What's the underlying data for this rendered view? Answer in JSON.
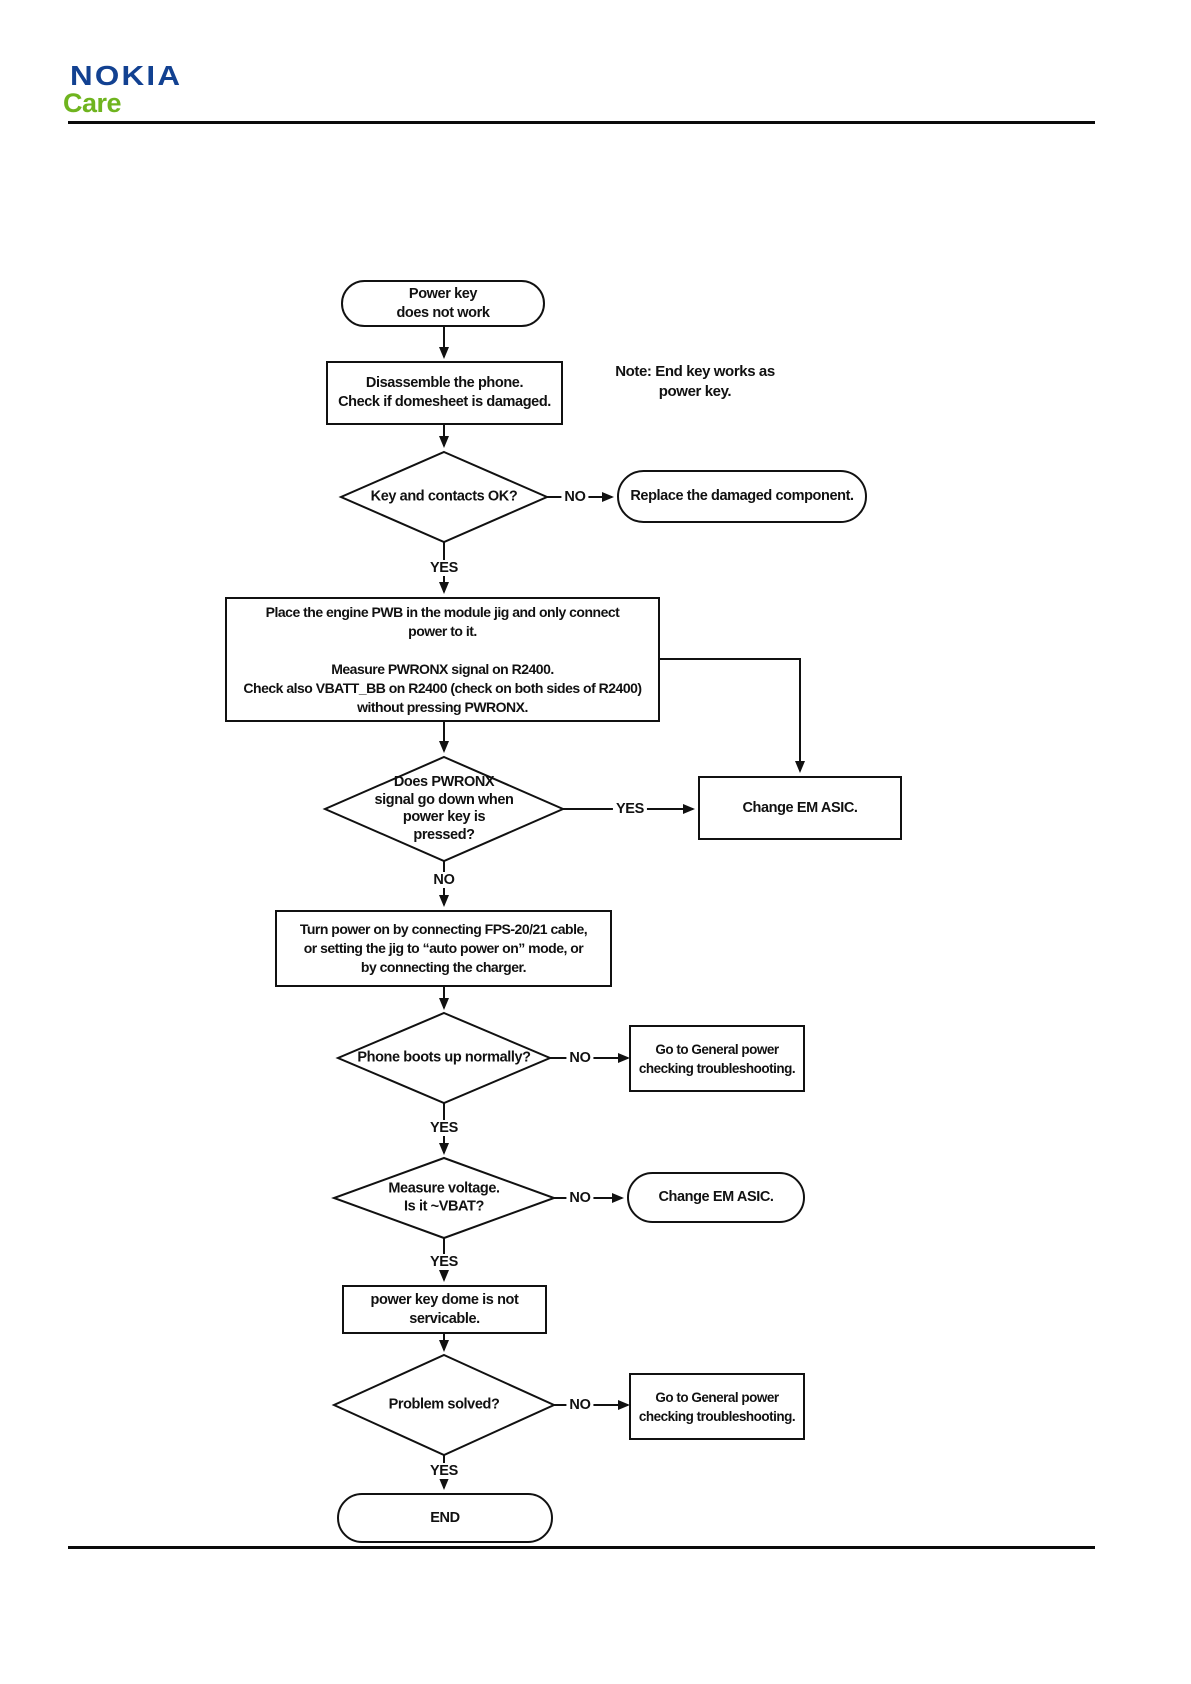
{
  "brand": {
    "logo": "NOKIA",
    "sub": "Care"
  },
  "note": "Note: End key works as\npower key.",
  "labels": {
    "yes": "YES",
    "no": "NO"
  },
  "colors": {
    "nokia_blue": "#124191",
    "care_green": "#6fb41f",
    "line": "#111111"
  },
  "flow": {
    "start": "Power key\ndoes not work",
    "disassemble": "Disassemble the phone.\nCheck if domesheet is damaged.",
    "d_key_contacts": "Key and contacts OK?",
    "replace_component": "Replace the damaged component.",
    "place_pwb": "Place the engine PWB in the module jig and only connect\npower to it.\n\nMeasure PWRONX signal on R2400.\nCheck also VBATT_BB on R2400 (check on both sides of R2400)\nwithout pressing PWRONX.",
    "d_pwronx": "Does PWRONX\nsignal go down when\npower key is\npressed?",
    "change_em_asic_1": "Change EM ASIC.",
    "turn_power_on": "Turn power on by connecting FPS-20/21 cable,\nor setting the jig to “auto power on” mode, or\nby connecting the charger.",
    "d_boots": "Phone boots up normally?",
    "goto_general_1": "Go to General power\nchecking troubleshooting.",
    "d_voltage": "Measure voltage.\nIs it ~VBAT?",
    "change_em_asic_2": "Change EM ASIC.",
    "dome_not_servicable": "power key dome is not\nservicable.",
    "d_solved": "Problem solved?",
    "goto_general_2": "Go to General power\nchecking troubleshooting.",
    "end": "END"
  }
}
